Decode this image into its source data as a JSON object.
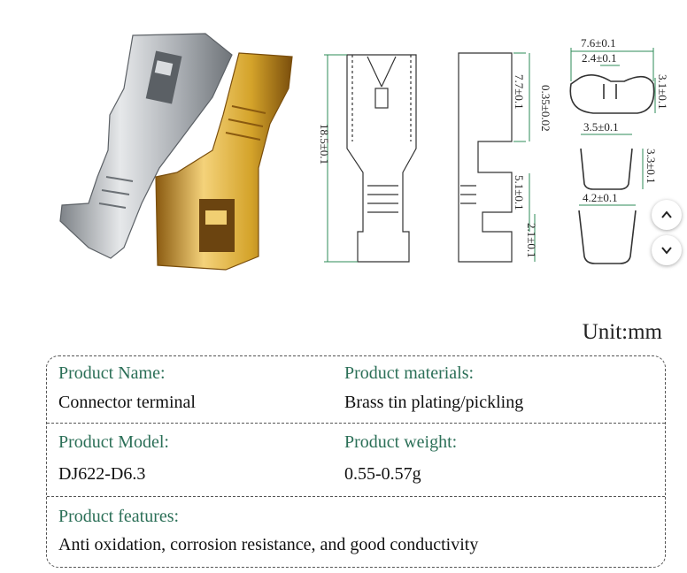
{
  "drawing": {
    "dims": {
      "total_length": "18.5±0.1",
      "top_length": "7.7±0.1",
      "thickness": "0.35±0.02",
      "crimp_length": "5.1±0.1",
      "tail_length": "2.1±0.1",
      "width": "7.6±0.1",
      "slot": "2.4±0.1",
      "height": "3.1±0.1",
      "mid_width": "3.5±0.1",
      "mid_height": "3.3±0.1",
      "end_width": "4.2±0.1"
    },
    "icons": {
      "up": "chevron-up-icon",
      "down": "chevron-down-icon"
    }
  },
  "unit_label": "Unit:mm",
  "specs": {
    "name_label": "Product Name:",
    "name_value": "Connector terminal",
    "materials_label": "Product materials:",
    "materials_value": "Brass tin plating/pickling",
    "model_label": "Product Model:",
    "model_value": "DJ622-D6.3",
    "weight_label": "Product weight:",
    "weight_value": "0.55-0.57g",
    "features_label": "Product features:",
    "features_value": "Anti oxidation, corrosion resistance, and good conductivity"
  },
  "colors": {
    "label": "#2b6f57",
    "dimension_line": "#2e8b57",
    "brass": "#d4a32a",
    "tin": "#b9bcc0"
  }
}
